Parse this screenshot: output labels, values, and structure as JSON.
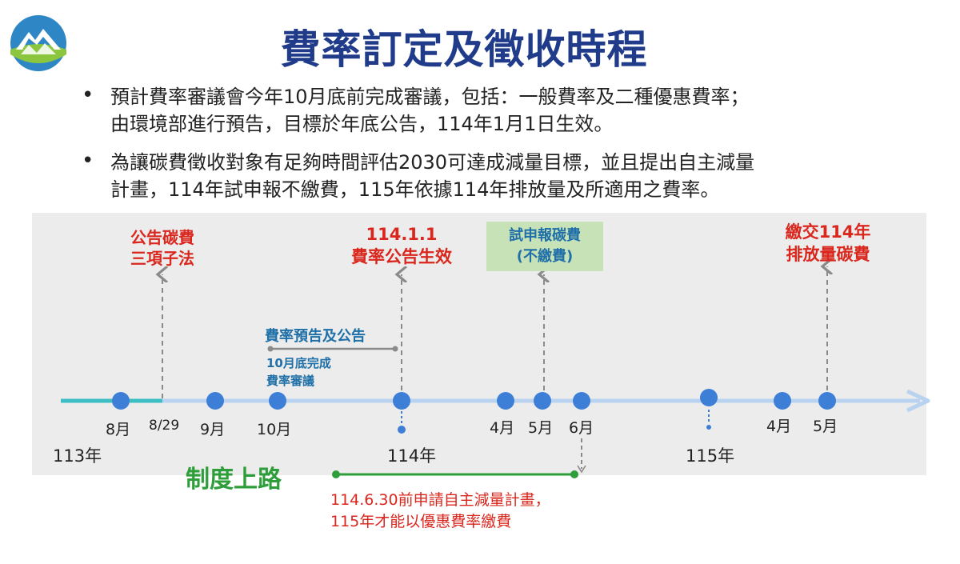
{
  "title": "費率訂定及徵收時程",
  "bullets": [
    {
      "line1": "預計費率審議會今年10月底前完成審議，包括：一般費率及二種優惠費率；",
      "line2": "由環境部進行預告，目標於年底公告，114年1月1日生效。"
    },
    {
      "line1": "為讓碳費徵收對象有足夠時間評估2030可達成減量目標，並且提出自主減量",
      "line2": "計畫，114年試申報不繳費，115年依據114年排放量及所適用之費率。"
    }
  ],
  "timeline": {
    "callouts": {
      "announce_law": {
        "line1": "公告碳費",
        "line2": "三項子法"
      },
      "effective": {
        "line1": "114.1.1",
        "line2": "費率公告生效"
      },
      "trial": {
        "line1": "試申報碳費",
        "line2": "(不繳費)"
      },
      "pay": {
        "line1": "繳交114年",
        "line2": "排放量碳費"
      }
    },
    "preannounce": "費率預告及公告",
    "review": {
      "line1": "10月底完成",
      "line2": "費率審議"
    },
    "months": {
      "aug": "8月",
      "d829": "8/29",
      "sep": "9月",
      "oct": "10月",
      "apr114": "4月",
      "may114": "5月",
      "jun114": "6月",
      "apr115": "4月",
      "may115": "5月"
    },
    "years": {
      "y113": "113年",
      "y114": "114年",
      "y115": "115年"
    },
    "launch": "制度上路",
    "note": {
      "line1": "114.6.30前申請自主減量計畫，",
      "line2": "115年才能以優惠費率繳費"
    },
    "colors": {
      "red": "#d9271e",
      "blue": "#1f6fa8",
      "dot": "#3d7fd6",
      "axis": "#b9d2f0",
      "teal": "#3bbfc4",
      "green": "#2e9e3a"
    }
  }
}
